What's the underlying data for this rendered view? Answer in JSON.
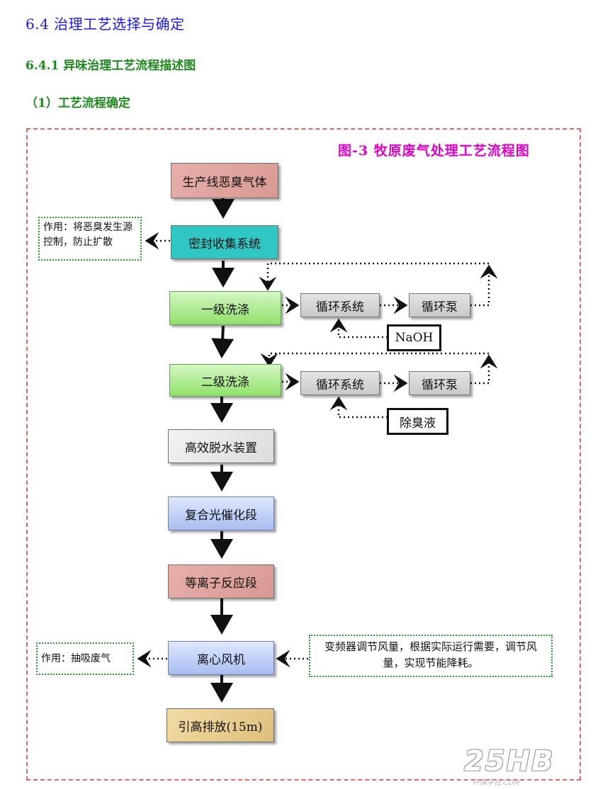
{
  "headings": {
    "section": "6.4 治理工艺选择与确定",
    "subsection": "6.4.1 异味治理工艺流程描述图",
    "item": "（1）工艺流程确定"
  },
  "figure_title": "图-3 牧原废气处理工艺流程图",
  "main_flow": [
    {
      "label": "生产线恶臭气体"
    },
    {
      "label": "密封收集系统"
    },
    {
      "label": "一级洗涤"
    },
    {
      "label": "二级洗涤"
    },
    {
      "label": "高效脱水装置"
    },
    {
      "label": "复合光催化段"
    },
    {
      "label": "等离子反应段"
    },
    {
      "label": "离心风机"
    },
    {
      "label": "引高排放(15m)"
    }
  ],
  "loop1": {
    "system": "循环系统",
    "pump": "循环泵",
    "reagent": "NaOH"
  },
  "loop2": {
    "system": "循环系统",
    "pump": "循环泵",
    "reagent": "除臭液"
  },
  "notes": {
    "seal": "作用：将恶臭发生源控制，防止扩散",
    "fan": "作用：抽吸废气",
    "vfd": "变频器调节风量，根据实际运行需要，调节风量，实现节能降耗。"
  },
  "watermark": {
    "logo": "25HB",
    "caption": "环保学社.COM"
  },
  "colors": {
    "heading_blue": "#1a1aff",
    "heading_green": "#1e8a1e",
    "figure_title": "#e000c8",
    "frame_border": "#d96a6a",
    "note_border": "#2a9a2a"
  }
}
